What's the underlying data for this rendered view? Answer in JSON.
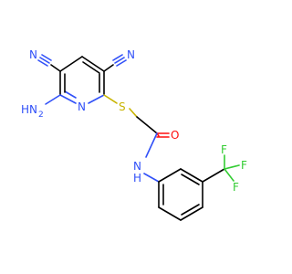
{
  "colors": {
    "carbon": "#000000",
    "nitrogen": "#3050f8",
    "sulfur": "#c8b400",
    "oxygen": "#ff0d0d",
    "fluorine": "#33cc33"
  },
  "atoms": {
    "n_left": "N",
    "n_right": "N",
    "nh2": "H",
    "nh2_n": "N",
    "nh2_2": "2",
    "ring_n": "N",
    "s": "S",
    "o": "O",
    "amide_n": "N",
    "amide_h": "H",
    "f_top": "F",
    "f_right": "F",
    "f_bottom": "F"
  }
}
